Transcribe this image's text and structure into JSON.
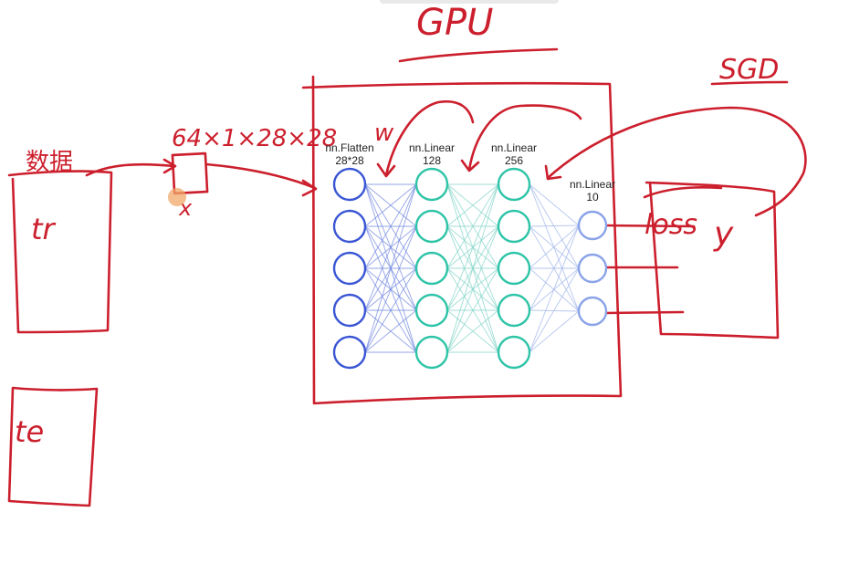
{
  "annotations": {
    "gpu": "GPU",
    "sgd": "SGD",
    "dataset": "数据",
    "train_box": "tr",
    "test_box": "te",
    "batch_shape": "64×1×28×28",
    "input_x": "x",
    "weights_w": "w",
    "loss": "loss",
    "target_y": "y"
  },
  "layers": [
    {
      "name": "nn.Flatten",
      "size": "28*28",
      "visible_nodes": 5,
      "color": "#3a56d4"
    },
    {
      "name": "nn.Linear",
      "size": "128",
      "visible_nodes": 5,
      "color": "#2ec4a8"
    },
    {
      "name": "nn.Linear",
      "size": "256",
      "visible_nodes": 5,
      "color": "#2ec4a8"
    },
    {
      "name": "nn.Linear",
      "size": "10",
      "visible_nodes": 3,
      "color": "#8aa3e8"
    }
  ],
  "colors": {
    "ink": "#cc1f2d",
    "cursor": "#f0a868",
    "edges": "#7fd3c7"
  }
}
